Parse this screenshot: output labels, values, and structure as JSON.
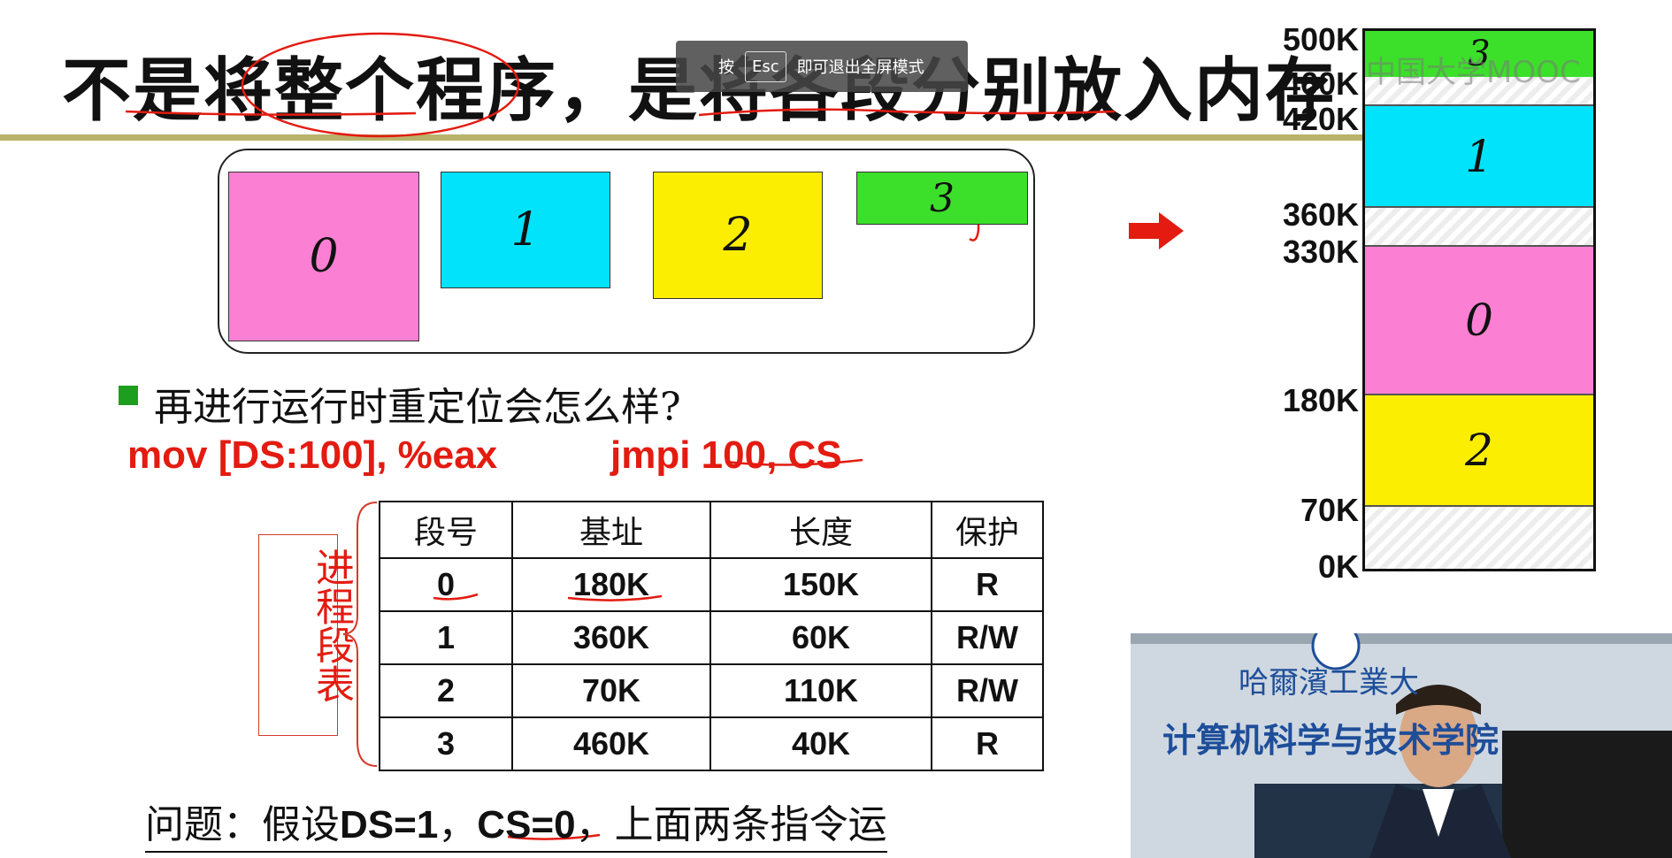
{
  "slide": {
    "title": "不是将整个程序，是将各段分别放入内存",
    "question_line": "再进行运行时重定位会怎么样?",
    "instr_mov": "mov [DS:100], %eax",
    "instr_jmpi": "jmpi 100, CS",
    "bottom_q_prefix": "问题：假设",
    "bottom_q_ds": "DS=1",
    "bottom_q_sep": "，",
    "bottom_q_cs": "CS=0",
    "bottom_q_suffix": "，上面两条指令运"
  },
  "segments": [
    {
      "label": "0",
      "color": "#fb7fd2"
    },
    {
      "label": "1",
      "color": "#00e3fb"
    },
    {
      "label": "2",
      "color": "#fbee00"
    },
    {
      "label": "3",
      "color": "#3ce02a"
    }
  ],
  "segment_table": {
    "side_label": "进程段表",
    "headers": [
      "段号",
      "基址",
      "长度",
      "保护"
    ],
    "rows": [
      [
        "0",
        "180K",
        "150K",
        "R"
      ],
      [
        "1",
        "360K",
        "60K",
        "R/W"
      ],
      [
        "2",
        "70K",
        "110K",
        "R/W"
      ],
      [
        "3",
        "460K",
        "40K",
        "R"
      ]
    ]
  },
  "memory": {
    "labels": [
      "500K",
      "460K",
      "420K",
      "360K",
      "330K",
      "180K",
      "70K",
      "0K"
    ],
    "blocks": [
      {
        "label": "3",
        "color": "#3ce02a"
      },
      {
        "label": "",
        "color": "hatch"
      },
      {
        "label": "1",
        "color": "#00e3fb"
      },
      {
        "label": "",
        "color": "hatch"
      },
      {
        "label": "0",
        "color": "#fb7fd2"
      },
      {
        "label": "2",
        "color": "#fbee00"
      },
      {
        "label": "",
        "color": "hatch"
      }
    ]
  },
  "overlay": {
    "esc_prefix": "按",
    "esc_key": "Esc",
    "esc_suffix": "即可退出全屏模式",
    "watermark": "中国大学MOOC"
  },
  "webcam": {
    "banner_school": "哈爾濱工業大",
    "banner_dept": "计算机科学与技术学院"
  }
}
